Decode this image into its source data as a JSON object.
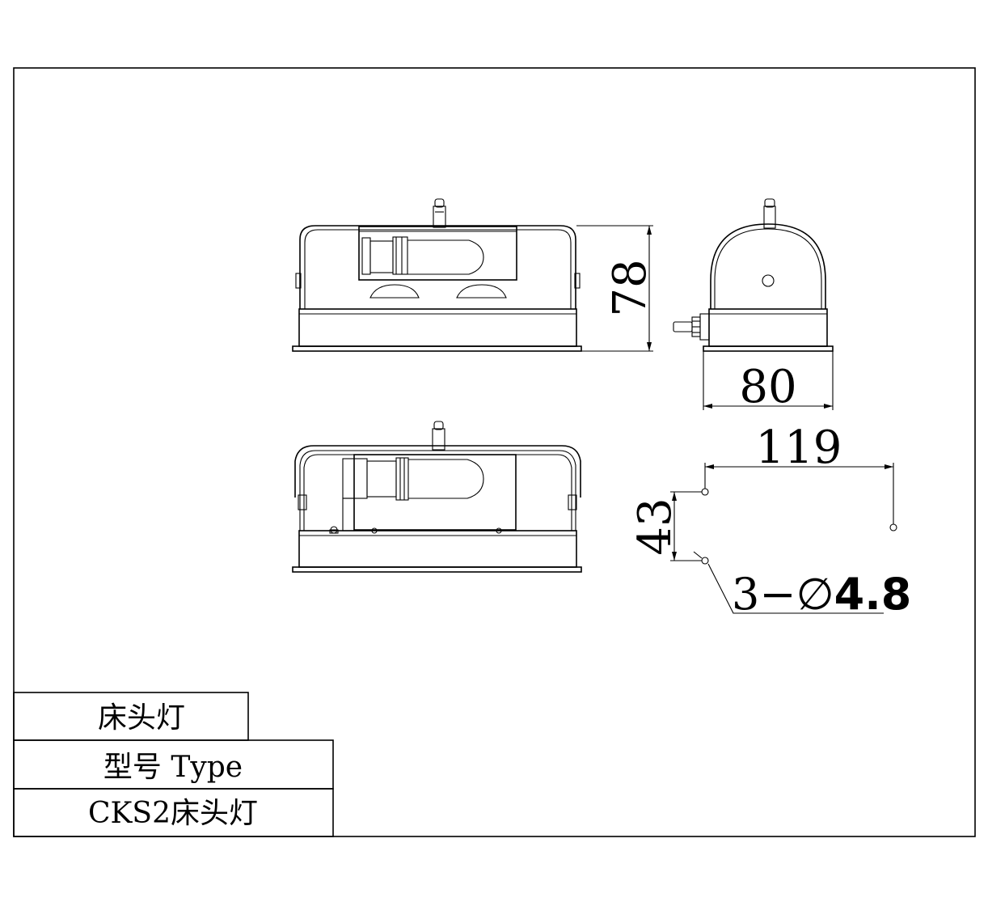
{
  "dimensions": {
    "height": "78",
    "width_side": "80",
    "hole_spacing_h": "119",
    "hole_spacing_v": "43",
    "hole_spec_prefix": "3−∅",
    "hole_spec_value": "4.8"
  },
  "title_block": {
    "name": "床头灯",
    "model_label": "型号 Type",
    "model_value": "CKS2床头灯"
  }
}
